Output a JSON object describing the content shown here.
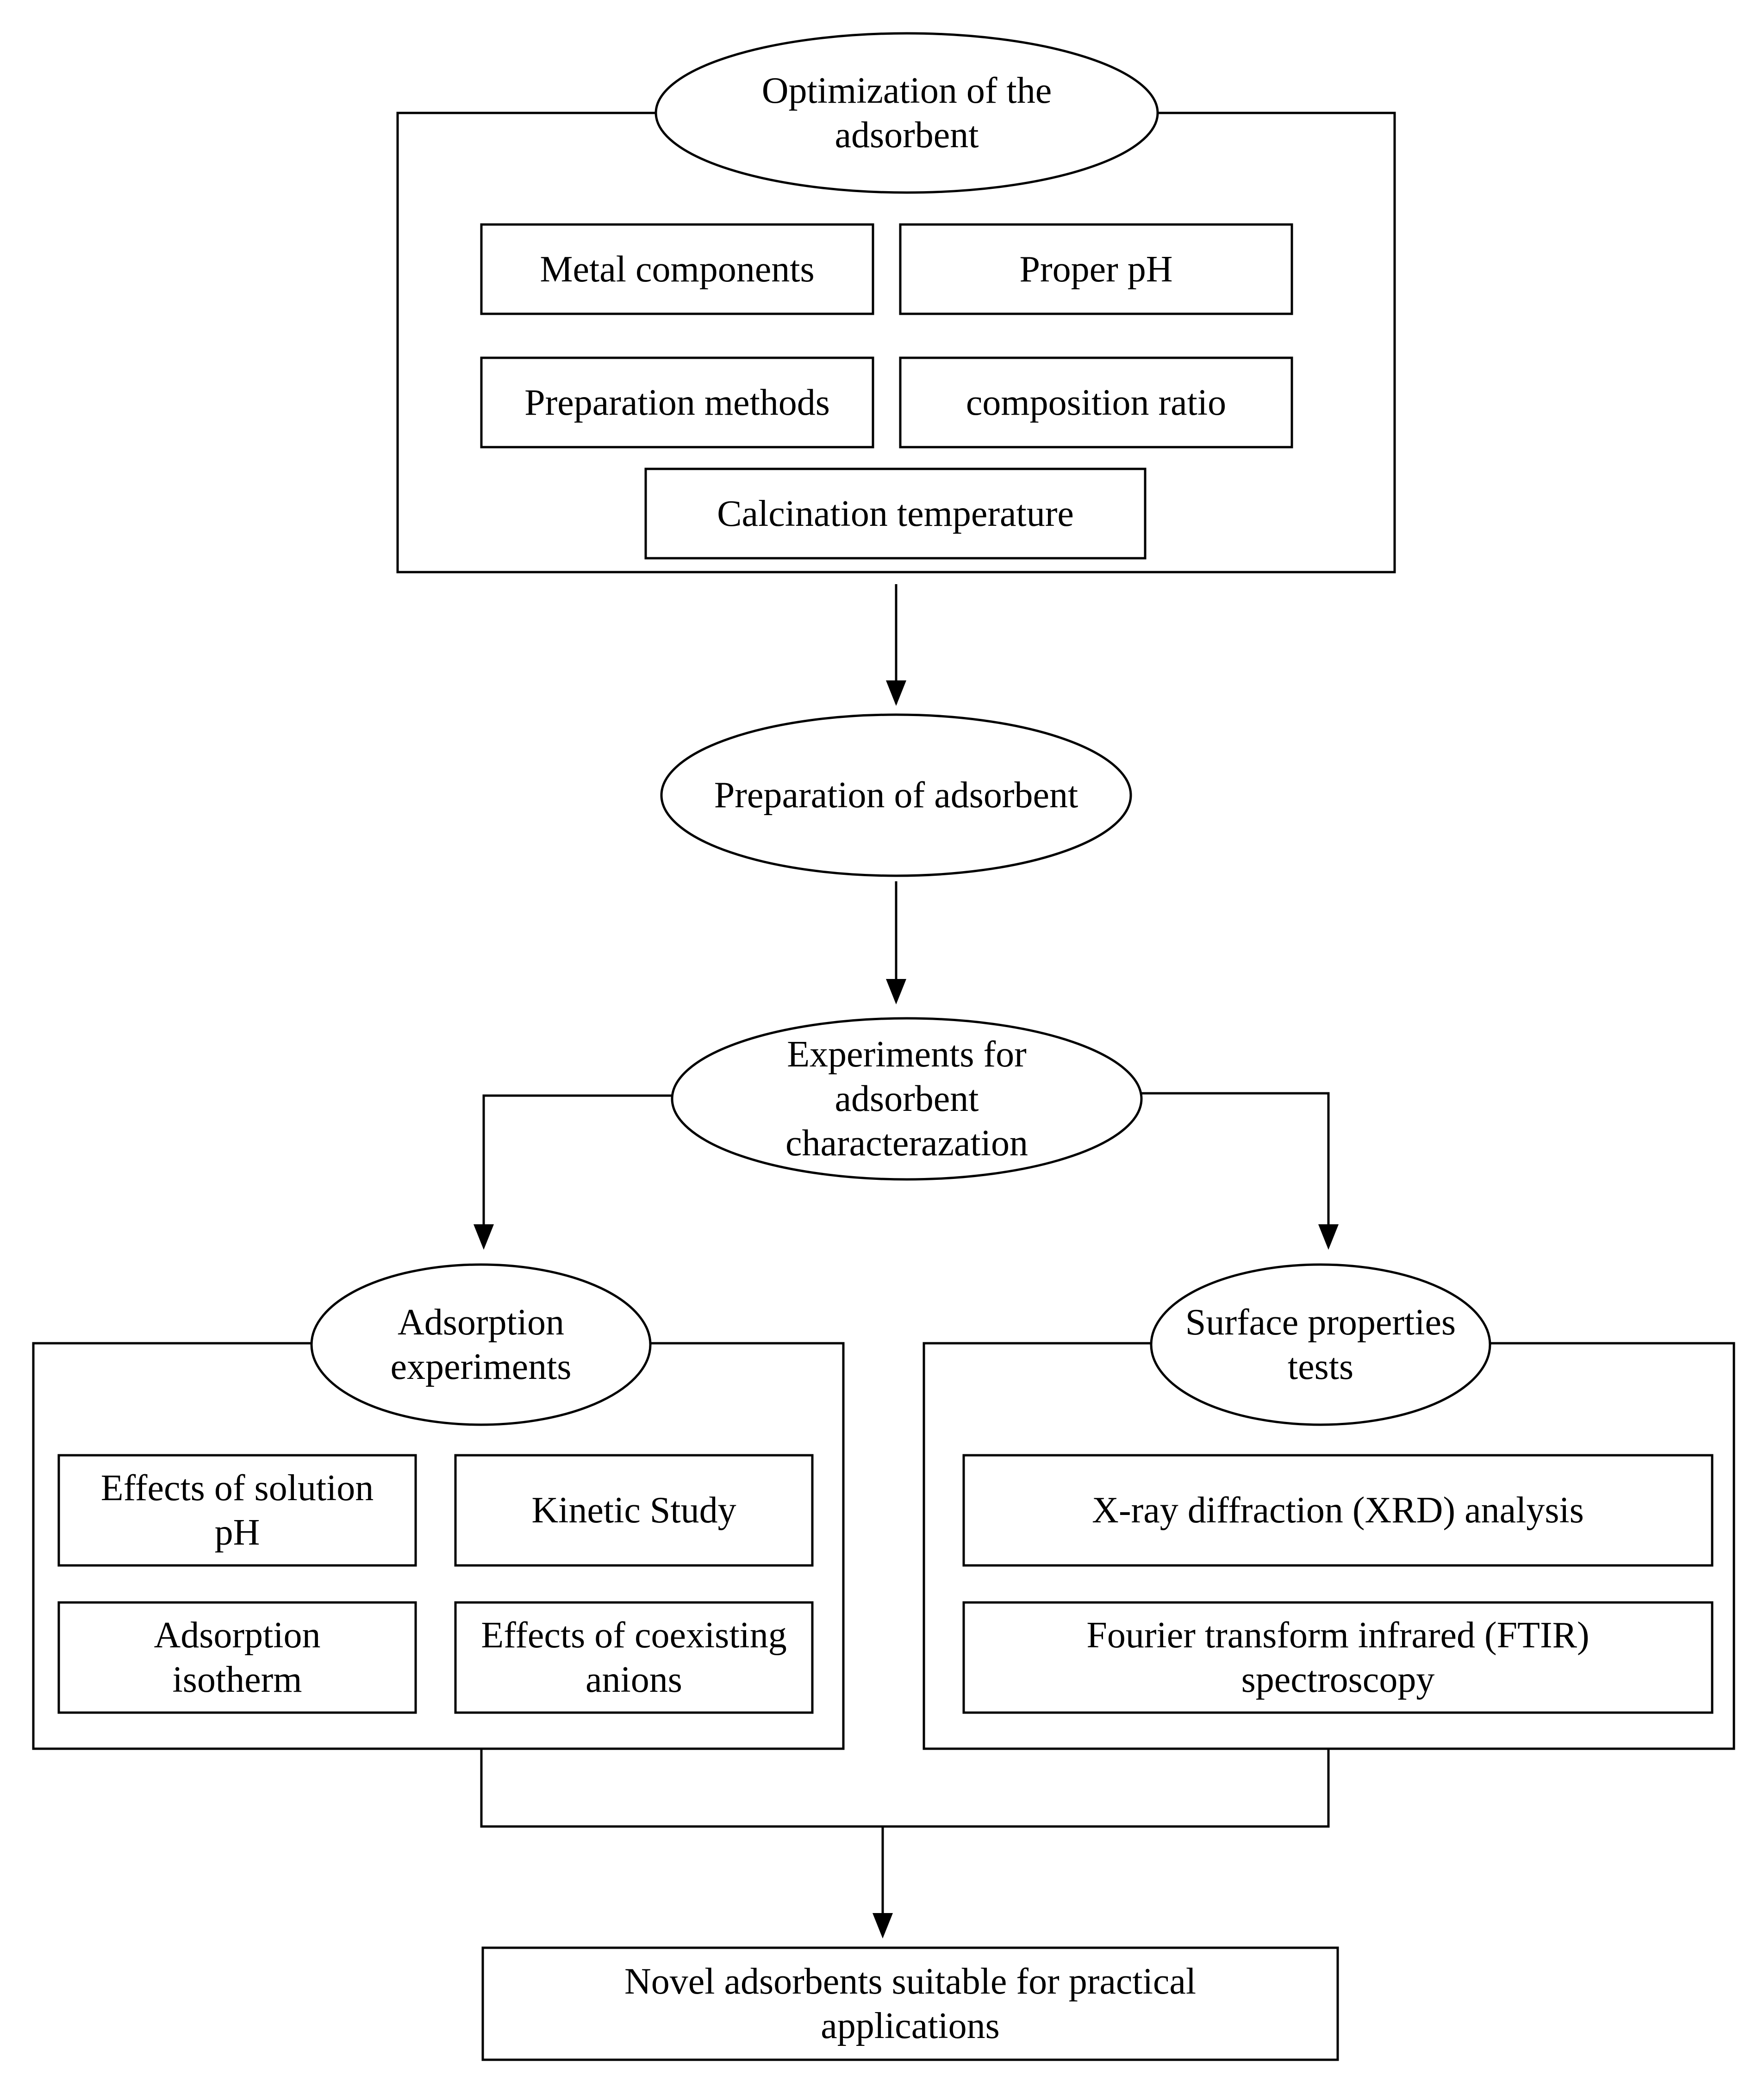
{
  "optimization": {
    "title": "Optimization of the\nadsorbent",
    "factors": [
      "Metal components",
      "Proper pH",
      "Preparation methods",
      "composition ratio",
      "Calcination temperature"
    ]
  },
  "preparation": {
    "title": "Preparation of adsorbent"
  },
  "characterization": {
    "title": "Experiments for\nadsorbent\ncharacterazation"
  },
  "adsorption": {
    "title": "Adsorption\nexperiments",
    "items": [
      "Effects of solution\npH",
      "Kinetic Study",
      "Adsorption\nisotherm",
      "Effects of coexisting\nanions"
    ]
  },
  "surface": {
    "title": "Surface properties\ntests",
    "items": [
      "X-ray diffraction (XRD) analysis",
      "Fourier transform infrared (FTIR)\nspectroscopy"
    ]
  },
  "result": {
    "title": "Novel adsorbents suitable for practical\napplications"
  }
}
